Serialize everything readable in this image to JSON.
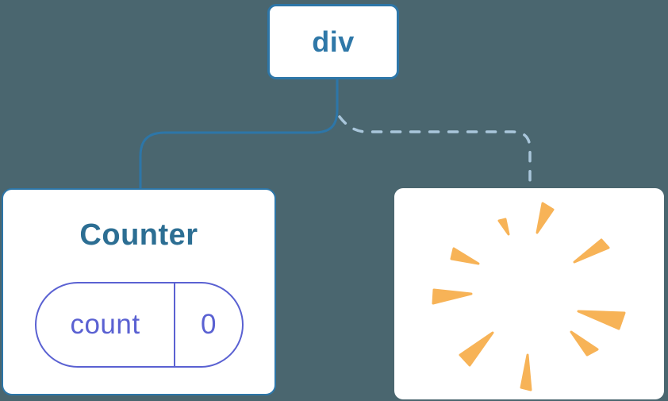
{
  "diagram": {
    "description": "React component tree: div parent keeps Counter child, second child removed (poof)",
    "root_node": {
      "label": "div"
    },
    "counter_node": {
      "title": "Counter",
      "state": {
        "name": "count",
        "value": "0"
      }
    },
    "removed_node": {
      "icon": "poof-starburst"
    },
    "connectors": [
      {
        "to": "counter_node",
        "style": "solid"
      },
      {
        "to": "removed_node",
        "style": "dashed"
      }
    ]
  },
  "colors": {
    "background": "#4a666f",
    "card_background": "#ffffff",
    "tree_line": "#2d76a8",
    "dashed_line": "#a9c6db",
    "root_label": "#2f78a8",
    "component_title": "#2c6e93",
    "state_accent": "#5a61d2",
    "poof_orange": "#f7b357"
  }
}
